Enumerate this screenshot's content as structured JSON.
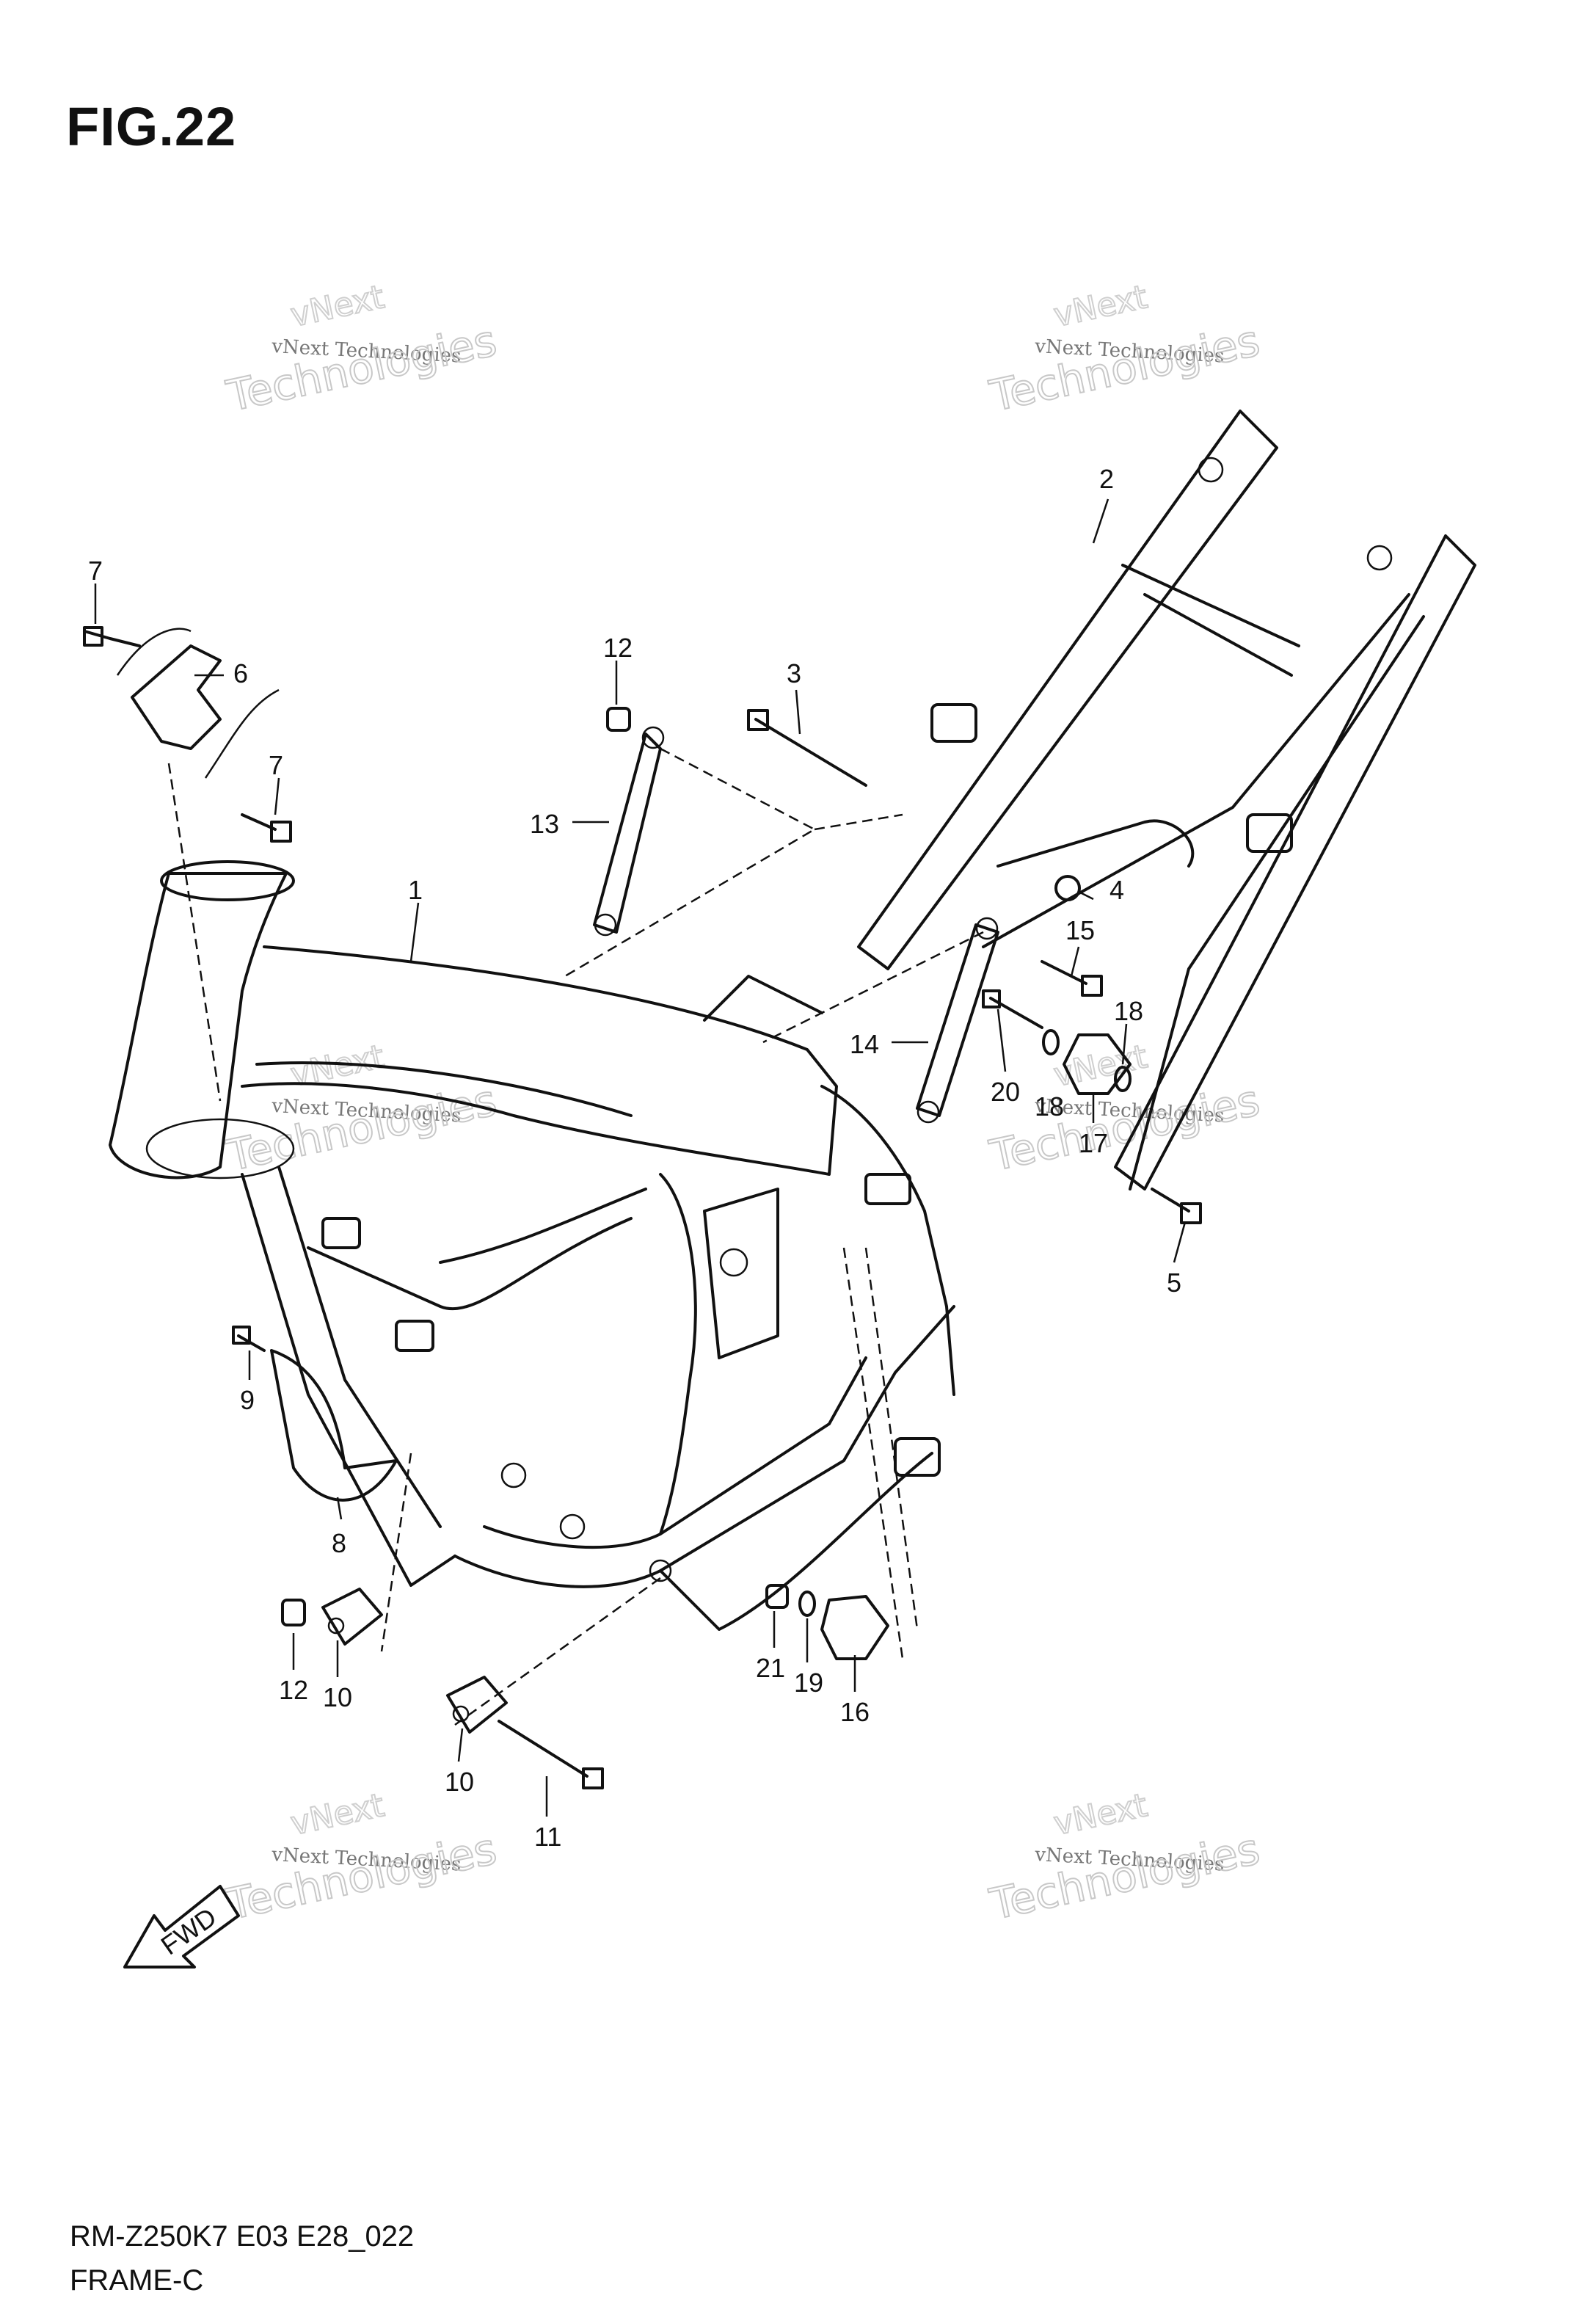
{
  "figure": {
    "title": "FIG.22"
  },
  "footer": {
    "model_code": "RM-Z250K7 E03 E28_022",
    "section_name": "FRAME-C"
  },
  "watermark": {
    "company": "vNext Technologies",
    "line1": "vNext",
    "line2": "Technologies"
  },
  "fwd_arrow": {
    "label": "FWD"
  },
  "callouts": [
    "1",
    "2",
    "3",
    "4",
    "5",
    "6",
    "7",
    "7",
    "8",
    "9",
    "10",
    "10",
    "11",
    "12",
    "12",
    "13",
    "14",
    "15",
    "16",
    "17",
    "18",
    "18",
    "19",
    "20",
    "21"
  ]
}
